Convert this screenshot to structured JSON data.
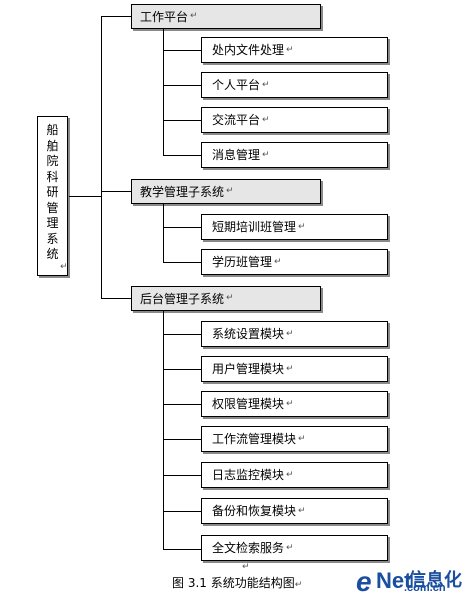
{
  "root": {
    "chars": [
      "船",
      "舶",
      "院",
      "科",
      "研",
      "管",
      "理",
      "系",
      "统"
    ]
  },
  "groups": [
    {
      "title": "工作平台",
      "children": [
        "处内文件处理",
        "个人平台",
        "交流平台",
        "消息管理"
      ]
    },
    {
      "title": "教学管理子系统",
      "children": [
        "短期培训班管理",
        "学历班管理"
      ]
    },
    {
      "title": "后台管理子系统",
      "children": [
        "系统设置模块",
        "用户管理模块",
        "权限管理模块",
        "工作流管理模块",
        "日志监控模块",
        "备份和恢复模块",
        "全文检索服务"
      ]
    }
  ],
  "caption": "图 3.1  系统功能结构图",
  "return_mark": "↵",
  "logo": {
    "text_e": "e",
    "text_net": "Net",
    "text_cn": "信息化",
    "text_dom": ".com.cn"
  }
}
